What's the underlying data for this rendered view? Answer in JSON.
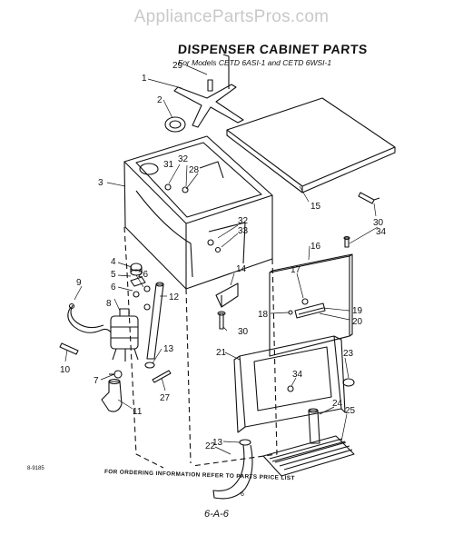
{
  "watermark": "AppliancePartsPros.com",
  "title": "DISPENSER CABINET PARTS",
  "subtitle": "For Models CETD 6ASI-1 and CETD 6WSI-1",
  "drawing_code": "8-9185",
  "footer_note": "FOR ORDERING INFORMATION REFER TO PARTS PRICE LIST",
  "page_small": "6",
  "page_handwritten": "6-A-6",
  "callouts": {
    "c29": "29",
    "c1": "1",
    "c2": "2",
    "c3": "3",
    "c31": "31",
    "c32a": "32",
    "c28": "28",
    "c32b": "32",
    "c33": "33",
    "c4": "4",
    "c5": "5",
    "c26": "26",
    "c6": "6",
    "c9": "9",
    "c8": "8",
    "c12": "12",
    "c14": "14",
    "c10": "10",
    "c7": "7",
    "c13a": "13",
    "c27": "27",
    "c11": "11",
    "c30a": "30",
    "c15": "15",
    "c30b": "30",
    "c34a": "34",
    "c16": "16",
    "c17": "17",
    "c18": "18",
    "c19": "19",
    "c20": "20",
    "c21": "21",
    "c23": "23",
    "c34b": "34",
    "c24": "24",
    "c25": "25",
    "c13b": "13",
    "c22": "22"
  }
}
